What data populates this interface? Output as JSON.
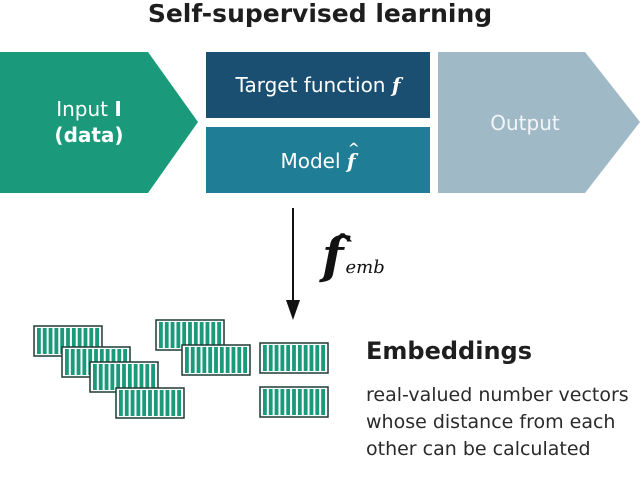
{
  "title": "Self-supervised learning",
  "input": {
    "label": "Input",
    "symbol": "I",
    "sublabel": "(data)"
  },
  "target_function": {
    "label": "Target function",
    "symbol": "f"
  },
  "model": {
    "label": "Model",
    "symbol": "f",
    "hat": "^"
  },
  "output": {
    "label": "Output"
  },
  "embedding_function": {
    "symbol": "f",
    "hat": "^",
    "subscript": "emb"
  },
  "embeddings": {
    "title": "Embeddings",
    "description": "real-valued number vectors whose distance from each other can be calculated"
  },
  "colors": {
    "input": "#1a9a7b",
    "target": "#1b4f72",
    "model": "#1f7e96",
    "output": "#9fb9c6",
    "vector_fill": "#1a9a7b",
    "vector_stroke": "#1e3a34"
  }
}
